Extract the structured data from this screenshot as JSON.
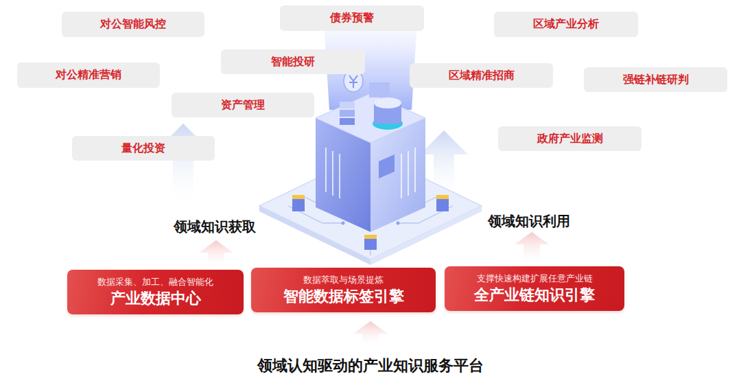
{
  "diagram": {
    "title": "领域认知驱动的产业知识服务平台",
    "nodes": [
      {
        "text": [
          "对公智能风控"
        ]
      },
      {
        "text": [
          "债券预警"
        ]
      },
      {
        "text": [
          "区域产业分析"
        ]
      },
      {
        "text": [
          "智能投研"
        ]
      },
      {
        "text": [
          "对公精准营销"
        ]
      },
      {
        "text": [
          "区域精准招商"
        ]
      },
      {
        "text": [
          "强链补链研判"
        ]
      },
      {
        "text": [
          "资产管理"
        ]
      },
      {
        "text": [
          "政府产业监测"
        ]
      },
      {
        "text": [
          "量化投资"
        ]
      },
      {
        "text": [
          "数据采集、加工、融合智能化",
          "产业数据中心"
        ]
      },
      {
        "text": [
          "数据萃取与场景提炼",
          "智能数据标签引擎"
        ]
      },
      {
        "text": [
          "支撑快速构建扩展任意产业链",
          "全产业链知识引擎"
        ]
      }
    ],
    "labels": [
      "领域知识获取",
      "领域知识利用"
    ]
  }
}
